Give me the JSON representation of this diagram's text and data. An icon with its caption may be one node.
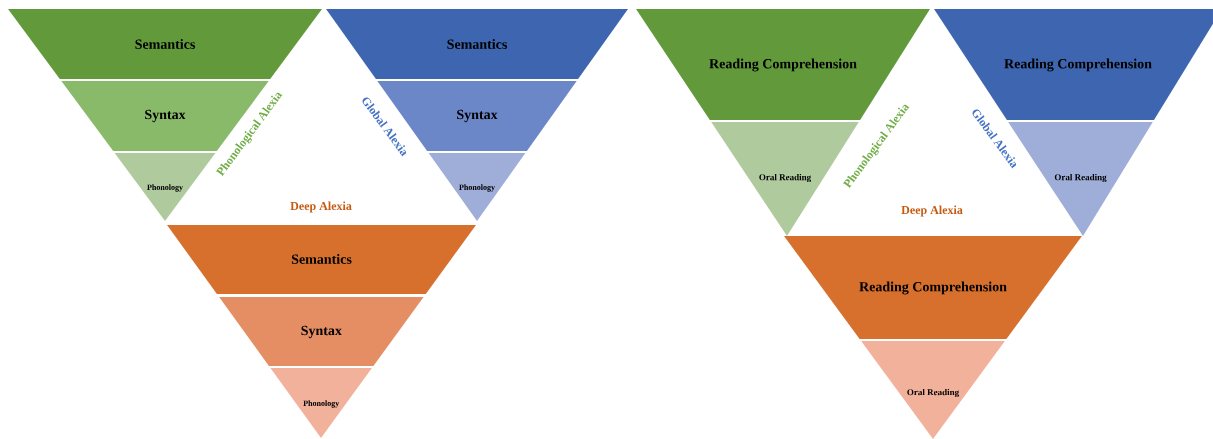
{
  "diagram": {
    "nodes": [
      {
        "text": [
          "Semantics"
        ]
      },
      {
        "text": [
          "Semantics"
        ]
      },
      {
        "text": [
          "Syntax"
        ]
      },
      {
        "text": [
          "Syntax"
        ]
      },
      {
        "text": [
          "Phonology"
        ]
      },
      {
        "text": [
          "Phonology"
        ]
      },
      {
        "text": [
          "Semantics"
        ]
      },
      {
        "text": [
          "Syntax"
        ]
      },
      {
        "text": [
          "Phonology"
        ]
      },
      {
        "text": [
          "Reading Comprehension"
        ]
      },
      {
        "text": [
          "Reading Comprehension"
        ]
      },
      {
        "text": [
          "Oral Reading"
        ]
      },
      {
        "text": [
          "Oral Reading"
        ]
      },
      {
        "text": [
          "Reading Comprehension"
        ]
      },
      {
        "text": [
          "Oral Reading"
        ]
      }
    ],
    "labels": [
      "Phonological Alexia",
      "Global Alexia",
      "Deep Alexia",
      "Phonological Alexia",
      "Global Alexia",
      "Deep Alexia"
    ]
  }
}
